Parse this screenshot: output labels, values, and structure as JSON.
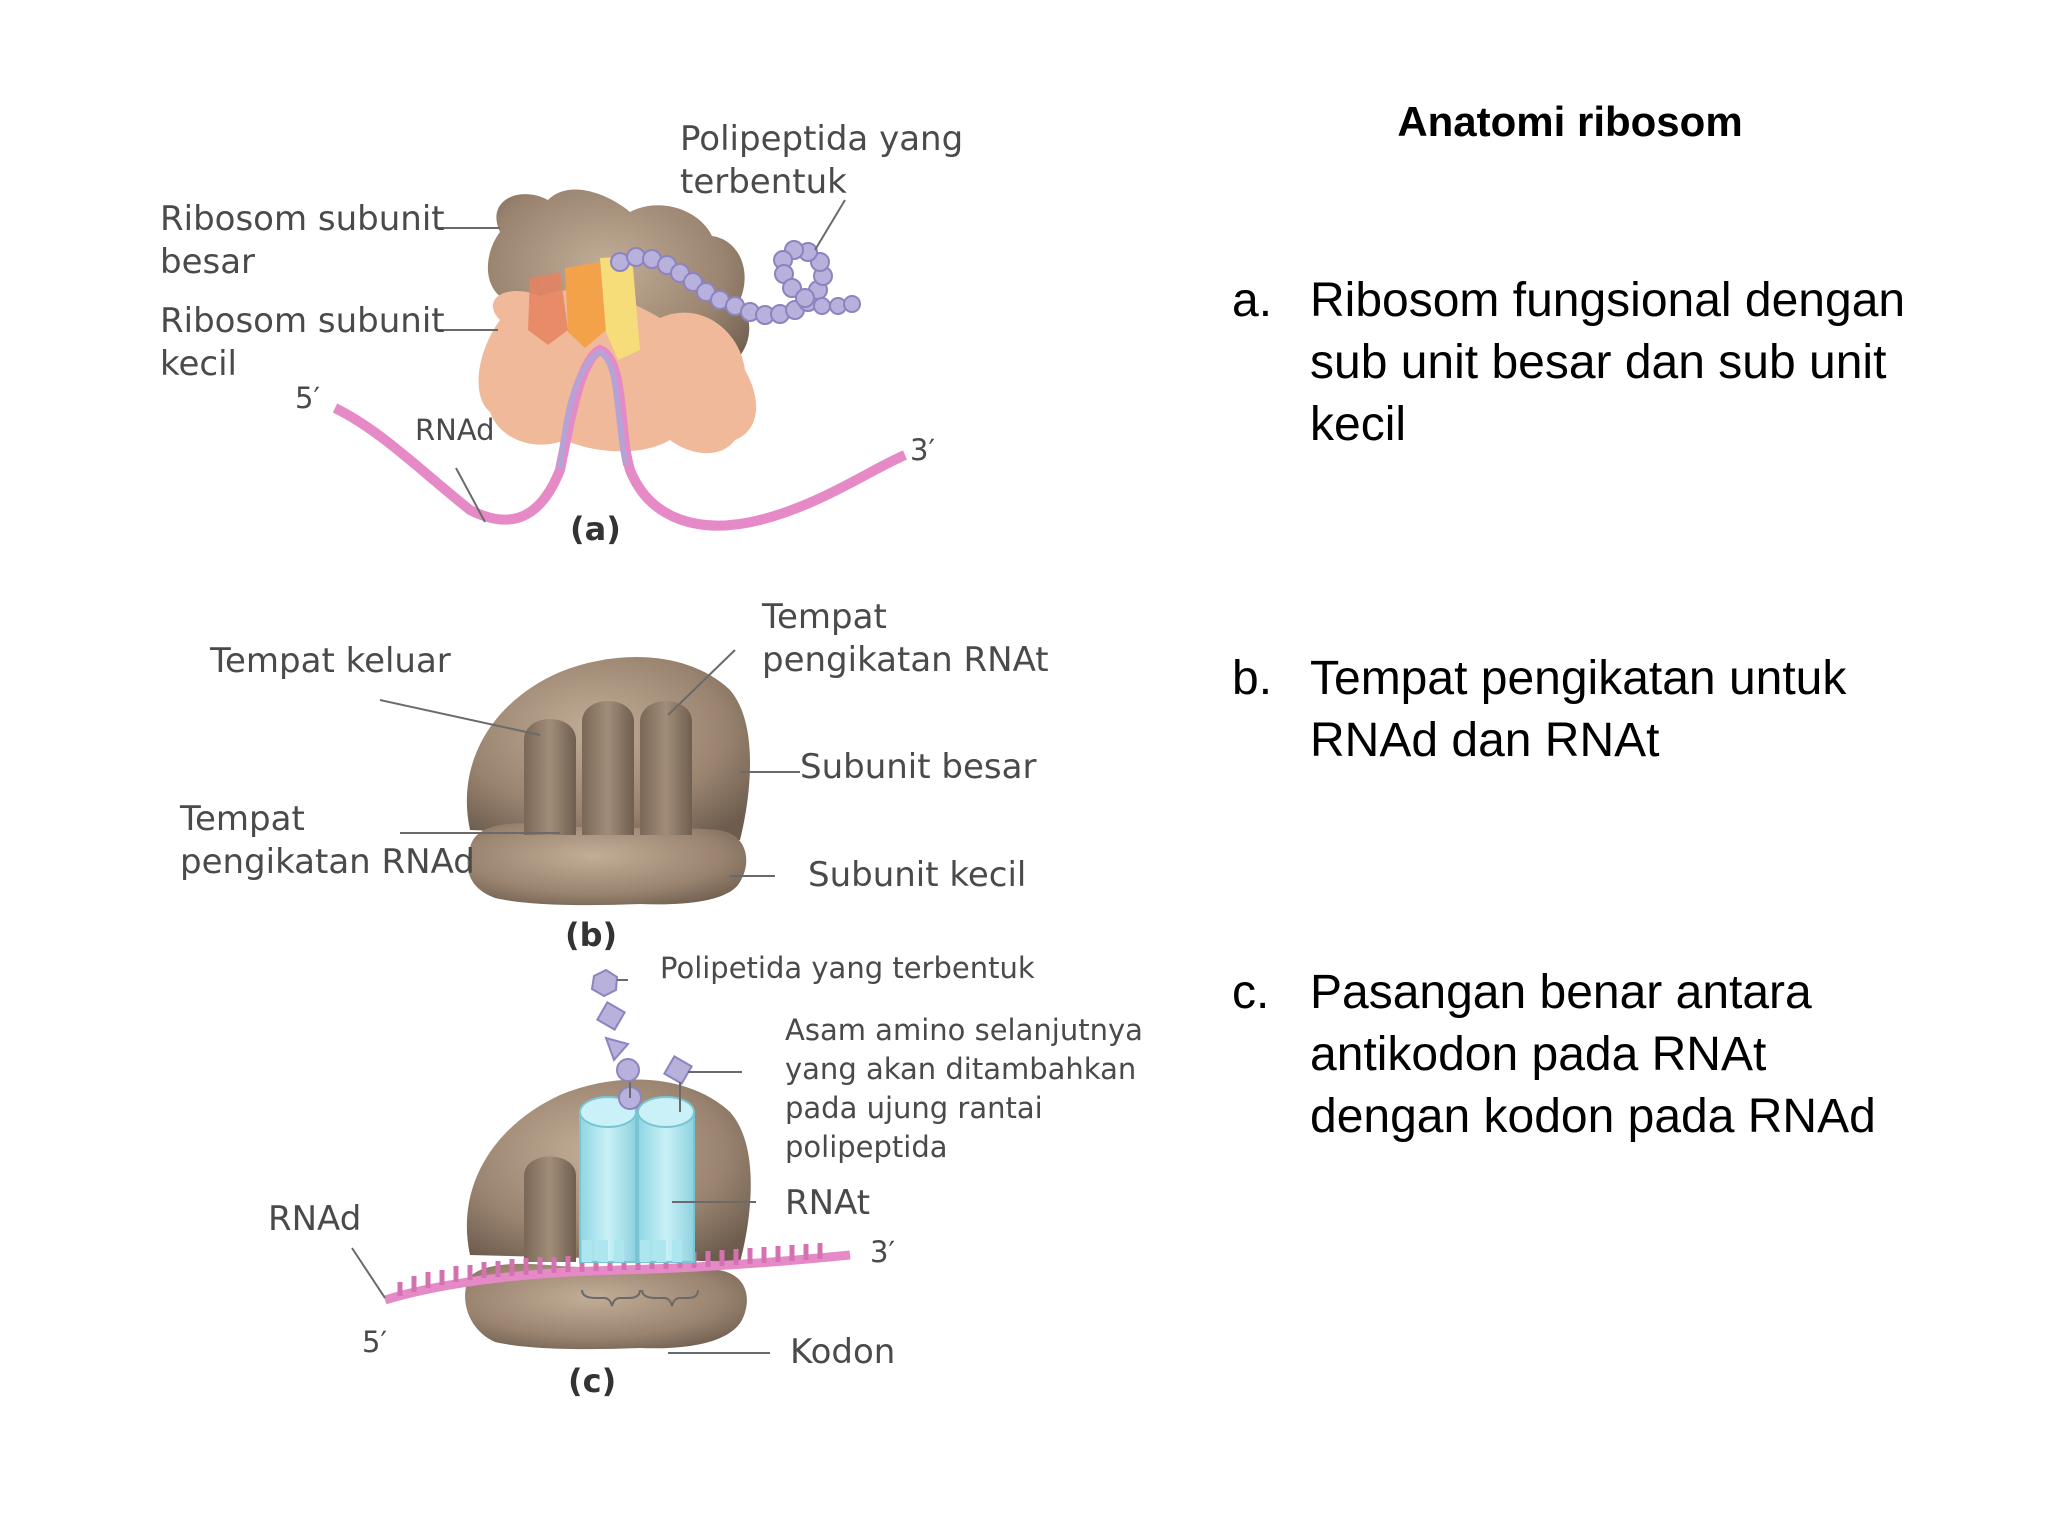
{
  "title": "Anatomi ribosom",
  "points": [
    {
      "marker": "a.",
      "text": "Ribosom fungsional dengan sub unit besar dan sub unit kecil"
    },
    {
      "marker": "b.",
      "text": "Tempat pengikatan untuk RNAd dan RNAt"
    },
    {
      "marker": "c.",
      "text": "Pasangan benar antara antikodon pada RNAt dengan kodon pada RNAd"
    }
  ],
  "figure": {
    "panel_a": {
      "caption": "(a)",
      "polypeptide_line1": "Polipeptida yang",
      "polypeptide_line2": "terbentuk",
      "large_line1": "Ribosom subunit",
      "large_line2": "besar",
      "small_line1": "Ribosom subunit",
      "small_line2": "kecil",
      "five_prime": "5′",
      "rna": "RNAd",
      "three_prime": "3′"
    },
    "panel_b": {
      "caption": "(b)",
      "exit_site": "Tempat keluar",
      "trna_site_line1": "Tempat",
      "trna_site_line2": "pengikatan RNAt",
      "large": "Subunit besar",
      "mrna_site_line1": "Tempat",
      "mrna_site_line2": "pengikatan RNAd",
      "small": "Subunit kecil"
    },
    "panel_c": {
      "caption": "(c)",
      "polypeptide": "Polipetida yang terbentuk",
      "aa_line1": "Asam amino selanjutnya",
      "aa_line2": "yang akan ditambahkan",
      "aa_line3": "pada ujung rantai",
      "aa_line4": "polipeptida",
      "trna": "RNAt",
      "rna": "RNAd",
      "three_prime": "3′",
      "five_prime": "5′",
      "codon": "Kodon"
    }
  },
  "colors": {
    "ribosom": "#9a8470",
    "small_subunit_a": "#f0b999",
    "rna_pink": "#e58ac6",
    "trna_cyan": "#aee6f0",
    "bead_lavender": "#b7b1dc"
  }
}
